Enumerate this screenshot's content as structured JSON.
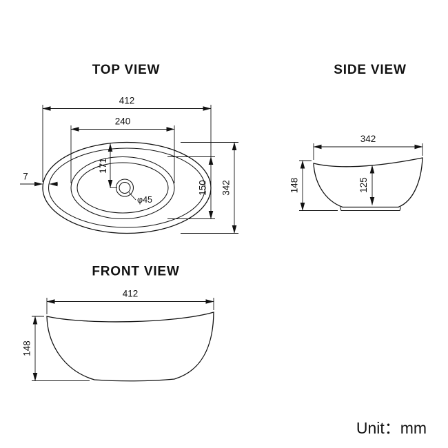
{
  "unit_label": "Unit：mm",
  "top_view": {
    "title": "TOP VIEW",
    "dim_overall_width": "412",
    "dim_inner_width": "240",
    "dim_center_offset": "171",
    "dim_inner_height": "150",
    "dim_overall_height": "342",
    "dim_rim_thickness": "7",
    "dim_drain_diameter": "φ45"
  },
  "side_view": {
    "title": "SIDE VIEW",
    "dim_width": "342",
    "dim_height": "148",
    "dim_inner_depth": "125"
  },
  "front_view": {
    "title": "FRONT VIEW",
    "dim_width": "412",
    "dim_height": "148"
  },
  "colors": {
    "line": "#111111",
    "background": "#ffffff"
  }
}
